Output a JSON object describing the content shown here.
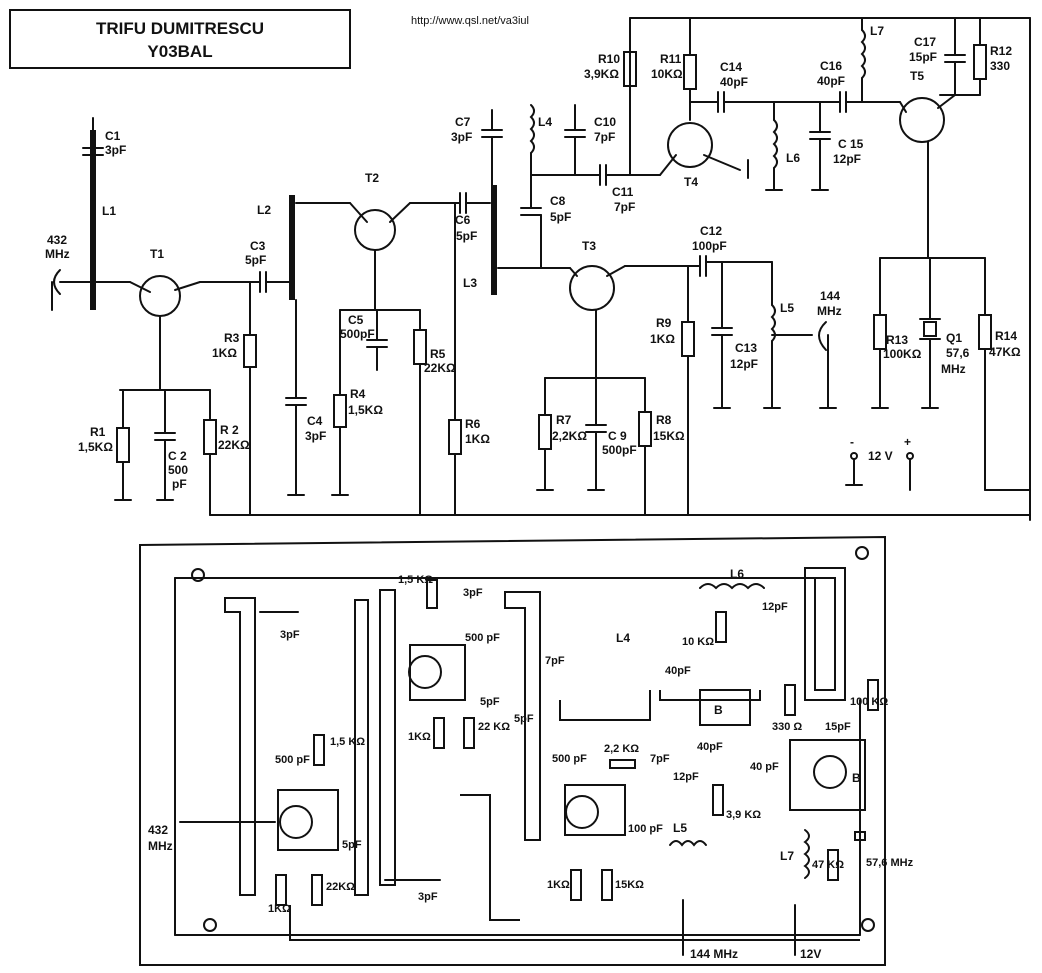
{
  "header": {
    "author_name": "TRIFU DUMITRESCU",
    "callsign": "Y03BAL",
    "url": "http://www.qsl.net/va3iul"
  },
  "schematic": {
    "input_label": [
      "432",
      "MHz"
    ],
    "output_label": [
      "144",
      "MHz"
    ],
    "supply": {
      "minus": "-",
      "plus": "+",
      "voltage": "12 V"
    },
    "transistors": [
      "T1",
      "T2",
      "T3",
      "T4",
      "T5"
    ],
    "components": {
      "C1": [
        "C1",
        "3pF"
      ],
      "C2": [
        "C 2",
        "500",
        "pF"
      ],
      "C3": [
        "C3",
        "5pF"
      ],
      "C4": [
        "C4",
        "3pF"
      ],
      "C5": [
        "C5",
        "500pF"
      ],
      "C6": [
        "C6",
        "5pF"
      ],
      "C7": [
        "C7",
        "3pF"
      ],
      "C8": [
        "C8",
        "5pF"
      ],
      "C9": [
        "C 9",
        "500pF"
      ],
      "C10": [
        "C10",
        "7pF"
      ],
      "C11": [
        "C11",
        "7pF"
      ],
      "C12": [
        "C12",
        "100pF"
      ],
      "C13": [
        "C13",
        "12pF"
      ],
      "C14": [
        "C14",
        "40pF"
      ],
      "C15": [
        "C 15",
        "12pF"
      ],
      "C16": [
        "C16",
        "40pF"
      ],
      "C17": [
        "C17",
        "15pF"
      ],
      "R1": [
        "R1",
        "1,5KΩ"
      ],
      "R2": [
        "R 2",
        "22KΩ"
      ],
      "R3": [
        "R3",
        "1KΩ"
      ],
      "R4": [
        "R4",
        "1,5KΩ"
      ],
      "R5": [
        "R5",
        "22KΩ"
      ],
      "R6": [
        "R6",
        "1KΩ"
      ],
      "R7": [
        "R7",
        "2,2KΩ"
      ],
      "R8": [
        "R8",
        "15KΩ"
      ],
      "R9": [
        "R9",
        "1KΩ"
      ],
      "R10": [
        "R10",
        "3,9KΩ"
      ],
      "R11": [
        "R11",
        "10KΩ"
      ],
      "R12": [
        "R12",
        "330"
      ],
      "R13": [
        "R13",
        "100KΩ"
      ],
      "R14": [
        "R14",
        "47KΩ"
      ],
      "L1": "L1",
      "L2": "L2",
      "L3": "L3",
      "L4": "L4",
      "L5": "L5",
      "L6": "L6",
      "L7": "L7",
      "Q1": [
        "Q1",
        "57,6",
        "MHz"
      ]
    }
  },
  "pcb": {
    "input_label": [
      "432",
      "MHz"
    ],
    "output_label": "144 MHz",
    "supply_label": "12V",
    "labels": {
      "c_3pf_a": "3pF",
      "c_3pf_b": "3pF",
      "c_3pf_c": "3pF",
      "r_1k5_a": "1,5 KΩ",
      "r_1k5_b": "1,5 KΩ",
      "c_500_a": "500 pF",
      "c_500_b": "500 pF",
      "c_500_c": "500 pF",
      "c_5pf_a": "5pF",
      "c_5pf_b": "5pF",
      "c_5pf_c": "5pF",
      "r_1k_a": "1KΩ",
      "r_1k_b": "1KΩ",
      "r_1k_c": "1KΩ",
      "r_22k_a": "22KΩ",
      "r_22k_b": "22 KΩ",
      "c_7pf_a": "7pF",
      "c_7pf_b": "7pF",
      "r_2k2": "2,2 KΩ",
      "r_15k": "15KΩ",
      "r_3k9": "3,9 KΩ",
      "r_10k": "10 KΩ",
      "c_12pf_a": "12pF",
      "c_12pf_b": "12pF",
      "c_40pf_a": "40pF",
      "c_40pf_b": "40pF",
      "c_40pf_c": "40 pF",
      "c_100pf": "100 pF",
      "c_15pf": "15pF",
      "r_330": "330 Ω",
      "r_100k": "100 KΩ",
      "r_47k": "47 KΩ",
      "xtal": "57,6 MHz",
      "L4": "L4",
      "L5": "L5",
      "L6": "L6",
      "L7": "L7",
      "B1": "B",
      "B2": "B"
    }
  }
}
